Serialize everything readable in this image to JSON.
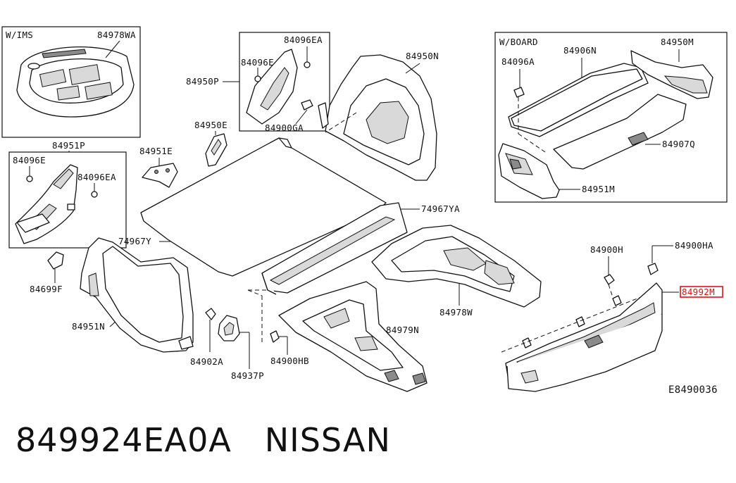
{
  "diagram": {
    "code": "E8490036",
    "highlight_color": "#e01010",
    "boxes": {
      "ims": {
        "title": "W/IMS",
        "part": "84978WA"
      },
      "group_84951p": {
        "title": "84951P"
      },
      "board": {
        "title": "W/BOARD"
      }
    },
    "labels": {
      "l84096E_a": "84096E",
      "l84096EA_a": "84096EA",
      "l84096E_b": "84096E",
      "l84096EA_b": "84096EA",
      "l84699F": "84699F",
      "l84951E": "84951E",
      "l84950P": "84950P",
      "l84950E": "84950E",
      "l84900GA": "84900GA",
      "l84950N": "84950N",
      "l74967Y": "74967Y",
      "l74967YA": "74967YA",
      "l84951N": "84951N",
      "l84902A": "84902A",
      "l84937P": "84937P",
      "l84900HB": "84900HB",
      "l84979N": "84979N",
      "l84978W": "84978W",
      "l84900H": "84900H",
      "l84900HA": "84900HA",
      "l84992M": "84992M",
      "l84096A": "84096A",
      "l84906N": "84906N",
      "l84950M": "84950M",
      "l84907Q": "84907Q",
      "l84951M": "84951M"
    }
  },
  "footer": {
    "part_number": "849924EA0A",
    "brand": "NISSAN"
  }
}
